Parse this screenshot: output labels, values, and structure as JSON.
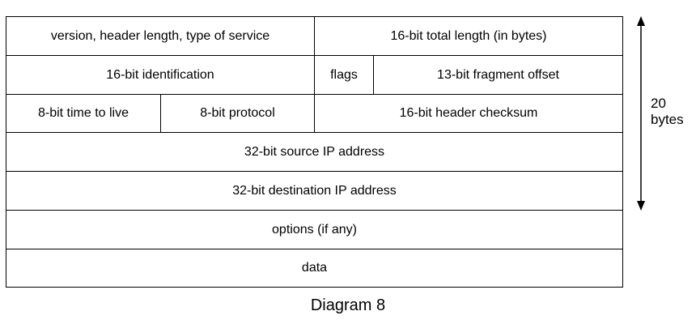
{
  "rows": {
    "row1": {
      "left": "version, header length, type of service",
      "right": "16-bit total length (in bytes)"
    },
    "row2": {
      "left": "16-bit identification",
      "mid": "flags",
      "right": "13-bit fragment offset"
    },
    "row3": {
      "left": "8-bit time to live",
      "mid": "8-bit protocol",
      "right": "16-bit header checksum"
    },
    "row4": {
      "full": "32-bit source IP address"
    },
    "row5": {
      "full": "32-bit destination IP address"
    },
    "row6": {
      "full": "options (if any)"
    },
    "row7": {
      "full": "data"
    }
  },
  "size_note": {
    "line1": "20",
    "line2": "bytes"
  },
  "caption": "Diagram 8"
}
